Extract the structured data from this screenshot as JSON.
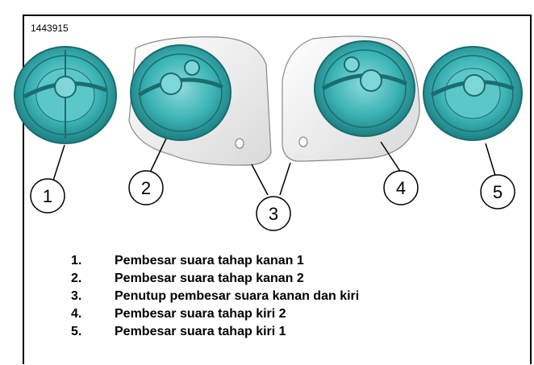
{
  "figure_id": "1443915",
  "callouts": [
    "1",
    "2",
    "3",
    "4",
    "5"
  ],
  "legend": [
    {
      "num": "1.",
      "text": "Pembesar suara tahap kanan 1"
    },
    {
      "num": "2.",
      "text": "Pembesar suara tahap kanan 2"
    },
    {
      "num": "3.",
      "text": "Penutup pembesar suara kanan dan kiri"
    },
    {
      "num": "4.",
      "text": "Pembesar suara tahap kiri 2"
    },
    {
      "num": "5.",
      "text": "Pembesar suara tahap kiri 1"
    }
  ],
  "colors": {
    "speaker": "#2fa6a8",
    "speaker_dark": "#1d7f82",
    "cover": "#f2f2f2"
  }
}
